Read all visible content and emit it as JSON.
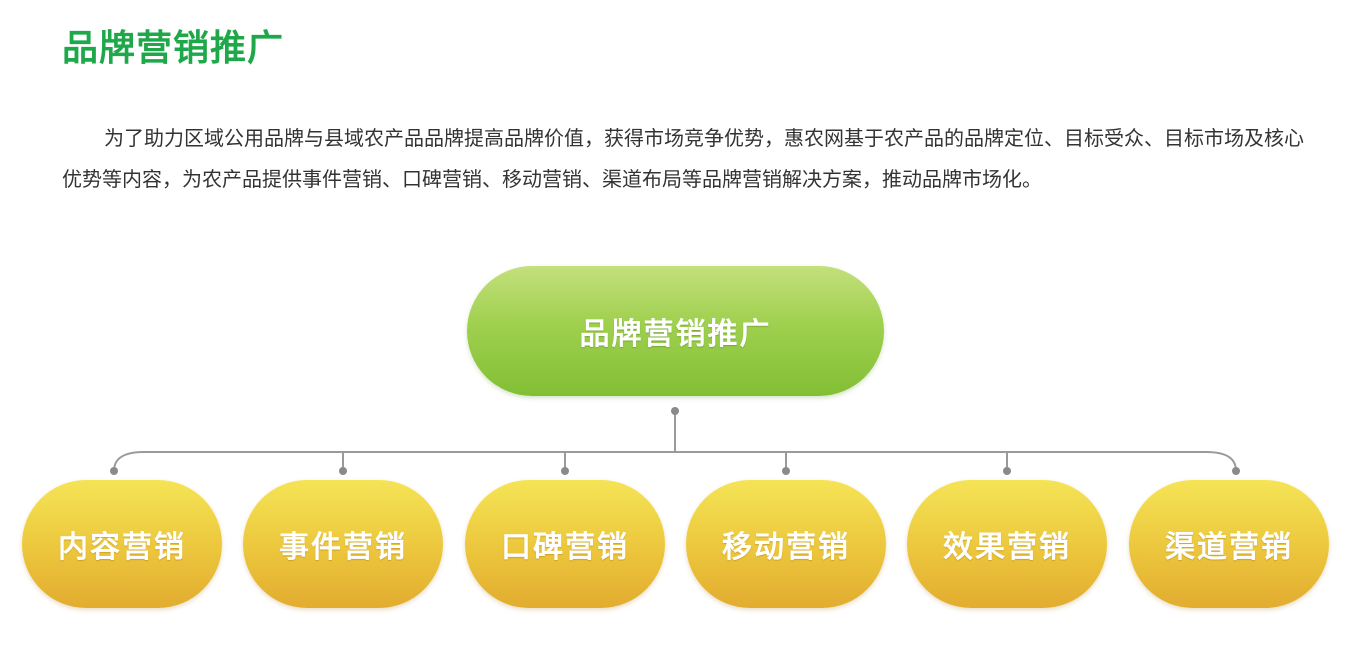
{
  "header": {
    "title": "品牌营销推广"
  },
  "intro": {
    "text": "为了助力区域公用品牌与县域农产品品牌提高品牌价值，获得市场竞争优势，惠农网基于农产品的品牌定位、目标受众、目标市场及核心优势等内容，为农产品提供事件营销、口碑营销、移动营销、渠道布局等品牌营销解决方案，推动品牌市场化。"
  },
  "diagram": {
    "root": {
      "label": "品牌营销推广",
      "color": "#8cc63f"
    },
    "children": [
      {
        "label": "内容营销"
      },
      {
        "label": "事件营销"
      },
      {
        "label": "口碑营销"
      },
      {
        "label": "移动营销"
      },
      {
        "label": "效果营销"
      },
      {
        "label": "渠道营销"
      }
    ],
    "child_color": "#ebc33d",
    "line_color": "#9a9a9a"
  }
}
